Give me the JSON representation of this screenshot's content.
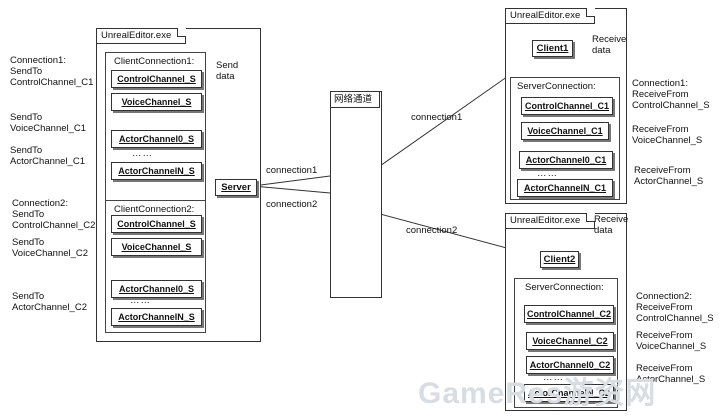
{
  "editor_label": "UnrealEditor.exe",
  "send_data": "Send\ndata",
  "receive_data": "Receive\ndata",
  "server": "Server",
  "client1": "Client1",
  "client2": "Client2",
  "net_channel": "网络通道",
  "links": {
    "c1_left": "connection1",
    "c2_left": "connection2",
    "c1_right": "connection1",
    "c2_right": "connection2"
  },
  "client_conn1": {
    "title": "ClientConnection1:",
    "channels": [
      "ControlChannel_S",
      "VoiceChannel_S",
      "ActorChannel0_S",
      "ActorChannelN_S"
    ]
  },
  "client_conn2": {
    "title": "ClientConnection2:",
    "channels": [
      "ControlChannel_S",
      "VoiceChannel_S",
      "ActorChannel0_S",
      "ActorChannelN_S"
    ]
  },
  "server_conn1": {
    "title": "ServerConnection:",
    "channels": [
      "ControlChannel_C1",
      "VoiceChannel_C1",
      "ActorChannel0_C1",
      "ActorChannelN_C1"
    ]
  },
  "server_conn2": {
    "title": "ServerConnection:",
    "channels": [
      "ControlChannel_C2",
      "VoiceChannel_C2",
      "ActorChannel0_C2",
      "ActorChannelN_C2"
    ]
  },
  "dots": "……",
  "left_notes": {
    "conn1": "Connection1:\nSendTo\nControlChannel_C1",
    "voice1": "SendTo\nVoiceChannel_C1",
    "actor1": "SendTo\nActorChannel_C1",
    "conn2": "Connection2:\nSendTo\nControlChannel_C2",
    "voice2": "SendTo\nVoiceChannel_C2",
    "actor2": "SendTo\nActorChannel_C2"
  },
  "right_notes": {
    "conn1": "Connection1:\n   ReceiveFrom\n   ControlChannel_S",
    "voice1": "ReceiveFrom\nVoiceChannel_S",
    "actor1": "ReceiveFrom\nActorChannel_S",
    "conn2": "Connection2:\nReceiveFrom\nControlChannel_S",
    "voice2": "ReceiveFrom\nVoiceChannel_S",
    "actor2": "ReceiveFrom\nActorChannel_S"
  },
  "watermark": "GameRes游资网"
}
